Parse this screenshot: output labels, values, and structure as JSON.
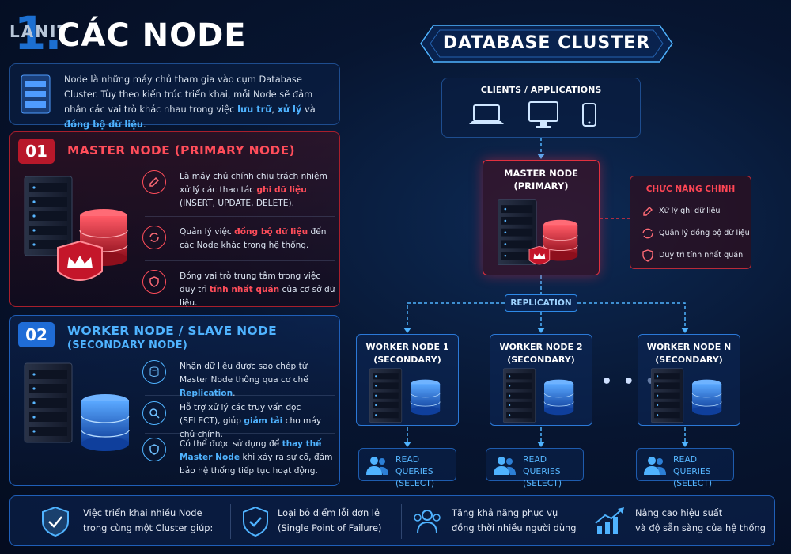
{
  "header": {
    "number": "1.",
    "brand": "LANIT",
    "title": "CÁC NODE"
  },
  "intro": {
    "text_1": "Node là những máy chủ tham gia vào cụm Database Cluster. Tùy theo kiến trúc triển khai, mỗi Node sẽ đảm nhận các vai trò khác nhau trong việc ",
    "hl_1": "lưu trữ",
    "sep_1": ", ",
    "hl_2": "xử lý",
    "sep_2": " và ",
    "hl_3": "đồng bộ dữ liệu",
    "end": "."
  },
  "master_section": {
    "badge": "01",
    "title": "MASTER NODE (PRIMARY NODE)",
    "items": [
      {
        "icon": "edit-icon",
        "pre": "Là máy chủ chính chịu trách nhiệm xử lý các thao tác ",
        "hl": "ghi dữ liệu",
        "post": " (INSERT, UPDATE, DELETE)."
      },
      {
        "icon": "sync-icon",
        "pre": "Quản lý việc ",
        "hl": "đồng bộ dữ liệu",
        "post": " đến các Node khác trong hệ thống."
      },
      {
        "icon": "shield-check-icon",
        "pre": "Đóng vai trò trung tâm trong việc duy trì ",
        "hl": "tính nhất quán",
        "post": " của cơ sở dữ liệu."
      }
    ]
  },
  "worker_section": {
    "badge": "02",
    "title_1": "WORKER NODE / SLAVE NODE",
    "title_2": "(SECONDARY NODE)",
    "items": [
      {
        "icon": "database-sync-icon",
        "pre": "Nhận dữ liệu được sao chép từ Master Node thông qua cơ chế ",
        "hl": "Replication",
        "post": "."
      },
      {
        "icon": "search-icon",
        "pre": "Hỗ trợ xử lý các truy vấn đọc (SELECT), giúp ",
        "hl": "giảm tải",
        "post": " cho máy chủ chính."
      },
      {
        "icon": "shield-check-icon",
        "pre": "Có thể được sử dụng để ",
        "hl": "thay thế Master Node",
        "post": " khi xảy ra sự cố, đảm bảo hệ thống tiếp tục hoạt động."
      }
    ]
  },
  "diagram": {
    "title": "DATABASE CLUSTER",
    "clients_label": "CLIENTS / APPLICATIONS",
    "master_label_1": "MASTER NODE",
    "master_label_2": "(PRIMARY)",
    "functions_title": "CHỨC NĂNG CHÍNH",
    "functions": [
      "Xử lý ghi dữ liệu",
      "Quản lý đồng bộ dữ liệu",
      "Duy trì tính nhất quán"
    ],
    "replication_label": "REPLICATION",
    "workers": [
      {
        "label_1": "WORKER NODE 1",
        "label_2": "(SECONDARY)"
      },
      {
        "label_1": "WORKER NODE 2",
        "label_2": "(SECONDARY)"
      },
      {
        "label_1": "WORKER NODE N",
        "label_2": "(SECONDARY)"
      }
    ],
    "ellipsis": "• • •",
    "read_queries_1": "READ QUERIES",
    "read_queries_2": "(SELECT)"
  },
  "benefits": {
    "intro_1": "Việc triển khai nhiều Node",
    "intro_2": "trong cùng một Cluster giúp:",
    "items": [
      {
        "icon": "shield-check-icon",
        "line_1": "Loại bỏ điểm lỗi đơn lẻ",
        "line_2": "(Single Point of Failure)"
      },
      {
        "icon": "users-icon",
        "line_1": "Tăng khả năng phục vụ",
        "line_2": "đồng thời nhiều người dùng"
      },
      {
        "icon": "chart-up-icon",
        "line_1": "Nâng cao hiệu suất",
        "line_2": "và độ sẵn sàng của hệ thống"
      }
    ]
  },
  "colors": {
    "red": "#ff4d5a",
    "blue": "#4fb3ff",
    "accent": "#1c6fd1"
  }
}
